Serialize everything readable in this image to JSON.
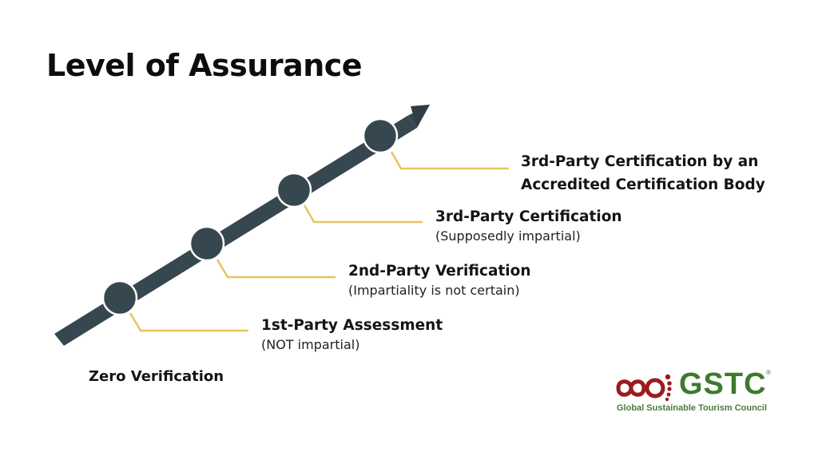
{
  "title": "Level of Assurance",
  "colors": {
    "bar": "#37474f",
    "connector": "#e6c35c",
    "logo_red": "#9b1b1f",
    "logo_green": "#3d7a2b"
  },
  "levels": [
    {
      "main": "Zero Verification",
      "sub": ""
    },
    {
      "main": "1st-Party Assessment",
      "sub": "(NOT impartial)"
    },
    {
      "main": "2nd-Party Verification",
      "sub": "(Impartiality is not certain)"
    },
    {
      "main": "3rd-Party Certification",
      "sub": "(Supposedly impartial)"
    },
    {
      "main": "3rd-Party Certification by an",
      "main2": "Accredited Certification Body",
      "sub": ""
    }
  ],
  "logo": {
    "acronym": "GSTC",
    "registered": "®",
    "tagline": "Global Sustainable Tourism Council"
  }
}
